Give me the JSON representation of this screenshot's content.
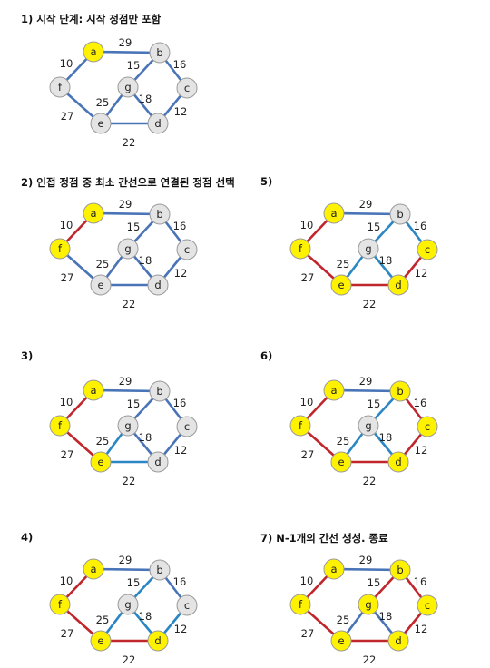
{
  "colors": {
    "edge_default": "#4a74b8",
    "edge_selected": "#c0262b",
    "edge_candidate": "#2a86c4",
    "node_default": "#e4e4e4",
    "node_selected": "#fff200",
    "node_stroke": "#9a9a9a",
    "text": "#222222"
  },
  "graph": {
    "nodes": [
      "a",
      "b",
      "c",
      "d",
      "e",
      "f",
      "g"
    ],
    "edges": [
      {
        "id": "ab",
        "from": "a",
        "to": "b",
        "weight": "29"
      },
      {
        "id": "af",
        "from": "a",
        "to": "f",
        "weight": "10"
      },
      {
        "id": "bg",
        "from": "b",
        "to": "g",
        "weight": "15"
      },
      {
        "id": "bc",
        "from": "b",
        "to": "c",
        "weight": "16"
      },
      {
        "id": "cd",
        "from": "c",
        "to": "d",
        "weight": "12"
      },
      {
        "id": "gd",
        "from": "g",
        "to": "d",
        "weight": "18"
      },
      {
        "id": "ge",
        "from": "g",
        "to": "e",
        "weight": "25"
      },
      {
        "id": "fe",
        "from": "f",
        "to": "e",
        "weight": "27"
      },
      {
        "id": "ed",
        "from": "e",
        "to": "d",
        "weight": "22"
      }
    ]
  },
  "steps": [
    {
      "title": "1) 시작 단계: 시작 정점만 포함",
      "selected_nodes": [
        "a"
      ],
      "selected_edges": [],
      "candidate_edges": []
    },
    {
      "title": "2) 인접 정점 중 최소 간선으로 연결된 정점 선택",
      "selected_nodes": [
        "a",
        "f"
      ],
      "selected_edges": [
        "af"
      ],
      "candidate_edges": []
    },
    {
      "title": "3)",
      "selected_nodes": [
        "a",
        "f",
        "e"
      ],
      "selected_edges": [
        "af",
        "fe"
      ],
      "candidate_edges": [
        "ge",
        "ed"
      ]
    },
    {
      "title": "4)",
      "selected_nodes": [
        "a",
        "f",
        "e",
        "d"
      ],
      "selected_edges": [
        "af",
        "fe",
        "ed"
      ],
      "candidate_edges": [
        "bg",
        "ge",
        "gd",
        "cd"
      ]
    },
    {
      "title": "5)",
      "selected_nodes": [
        "a",
        "f",
        "e",
        "d",
        "c"
      ],
      "selected_edges": [
        "af",
        "fe",
        "ed",
        "cd"
      ],
      "candidate_edges": [
        "bg",
        "bc",
        "ge",
        "gd"
      ]
    },
    {
      "title": "6)",
      "selected_nodes": [
        "a",
        "f",
        "e",
        "d",
        "c",
        "b"
      ],
      "selected_edges": [
        "af",
        "fe",
        "ed",
        "cd",
        "bc"
      ],
      "candidate_edges": [
        "bg",
        "ge",
        "gd"
      ]
    },
    {
      "title": "7) N-1개의 간선 생성. 종료",
      "selected_nodes": [
        "a",
        "f",
        "e",
        "d",
        "c",
        "b",
        "g"
      ],
      "selected_edges": [
        "af",
        "fe",
        "ed",
        "cd",
        "bc",
        "bg"
      ],
      "candidate_edges": []
    }
  ]
}
